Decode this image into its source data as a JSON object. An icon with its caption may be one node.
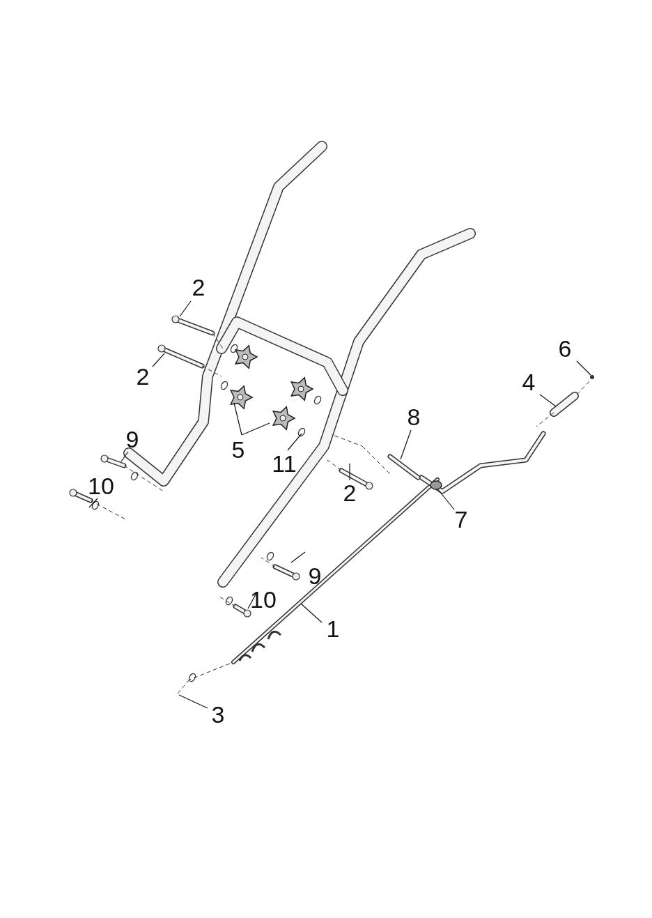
{
  "diagram": {
    "nodes": [
      {
        "text": [
          "2"
        ]
      },
      {
        "text": [
          "6"
        ]
      },
      {
        "text": [
          "4"
        ]
      },
      {
        "text": [
          "2"
        ]
      },
      {
        "text": [
          "8"
        ]
      },
      {
        "text": [
          "9"
        ]
      },
      {
        "text": [
          "5"
        ]
      },
      {
        "text": [
          "11"
        ]
      },
      {
        "text": [
          "10"
        ]
      },
      {
        "text": [
          "2"
        ]
      },
      {
        "text": [
          "7"
        ]
      },
      {
        "text": [
          "9"
        ]
      },
      {
        "text": [
          "10"
        ]
      },
      {
        "text": [
          "1"
        ]
      },
      {
        "text": [
          "3"
        ]
      }
    ],
    "edges": [
      {
        "from": 0,
        "to": null,
        "arrow": "none"
      },
      {
        "from": 1,
        "to": null,
        "arrow": "none"
      },
      {
        "from": 2,
        "to": null,
        "arrow": "none"
      },
      {
        "from": 3,
        "to": null,
        "arrow": "none"
      },
      {
        "from": 4,
        "to": null,
        "arrow": "none"
      },
      {
        "from": 5,
        "to": null,
        "arrow": "none"
      },
      {
        "from": 6,
        "to": null,
        "arrow": "none"
      },
      {
        "from": 6,
        "to": null,
        "arrow": "none"
      },
      {
        "from": 7,
        "to": null,
        "arrow": "none"
      },
      {
        "from": 8,
        "to": null,
        "arrow": "none"
      },
      {
        "from": 9,
        "to": null,
        "arrow": "none"
      },
      {
        "from": 10,
        "to": null,
        "arrow": "none"
      },
      {
        "from": 11,
        "to": null,
        "arrow": "none"
      },
      {
        "from": 12,
        "to": null,
        "arrow": "none"
      },
      {
        "from": 13,
        "to": null,
        "arrow": "none"
      },
      {
        "from": 14,
        "to": null,
        "arrow": "none"
      }
    ]
  }
}
